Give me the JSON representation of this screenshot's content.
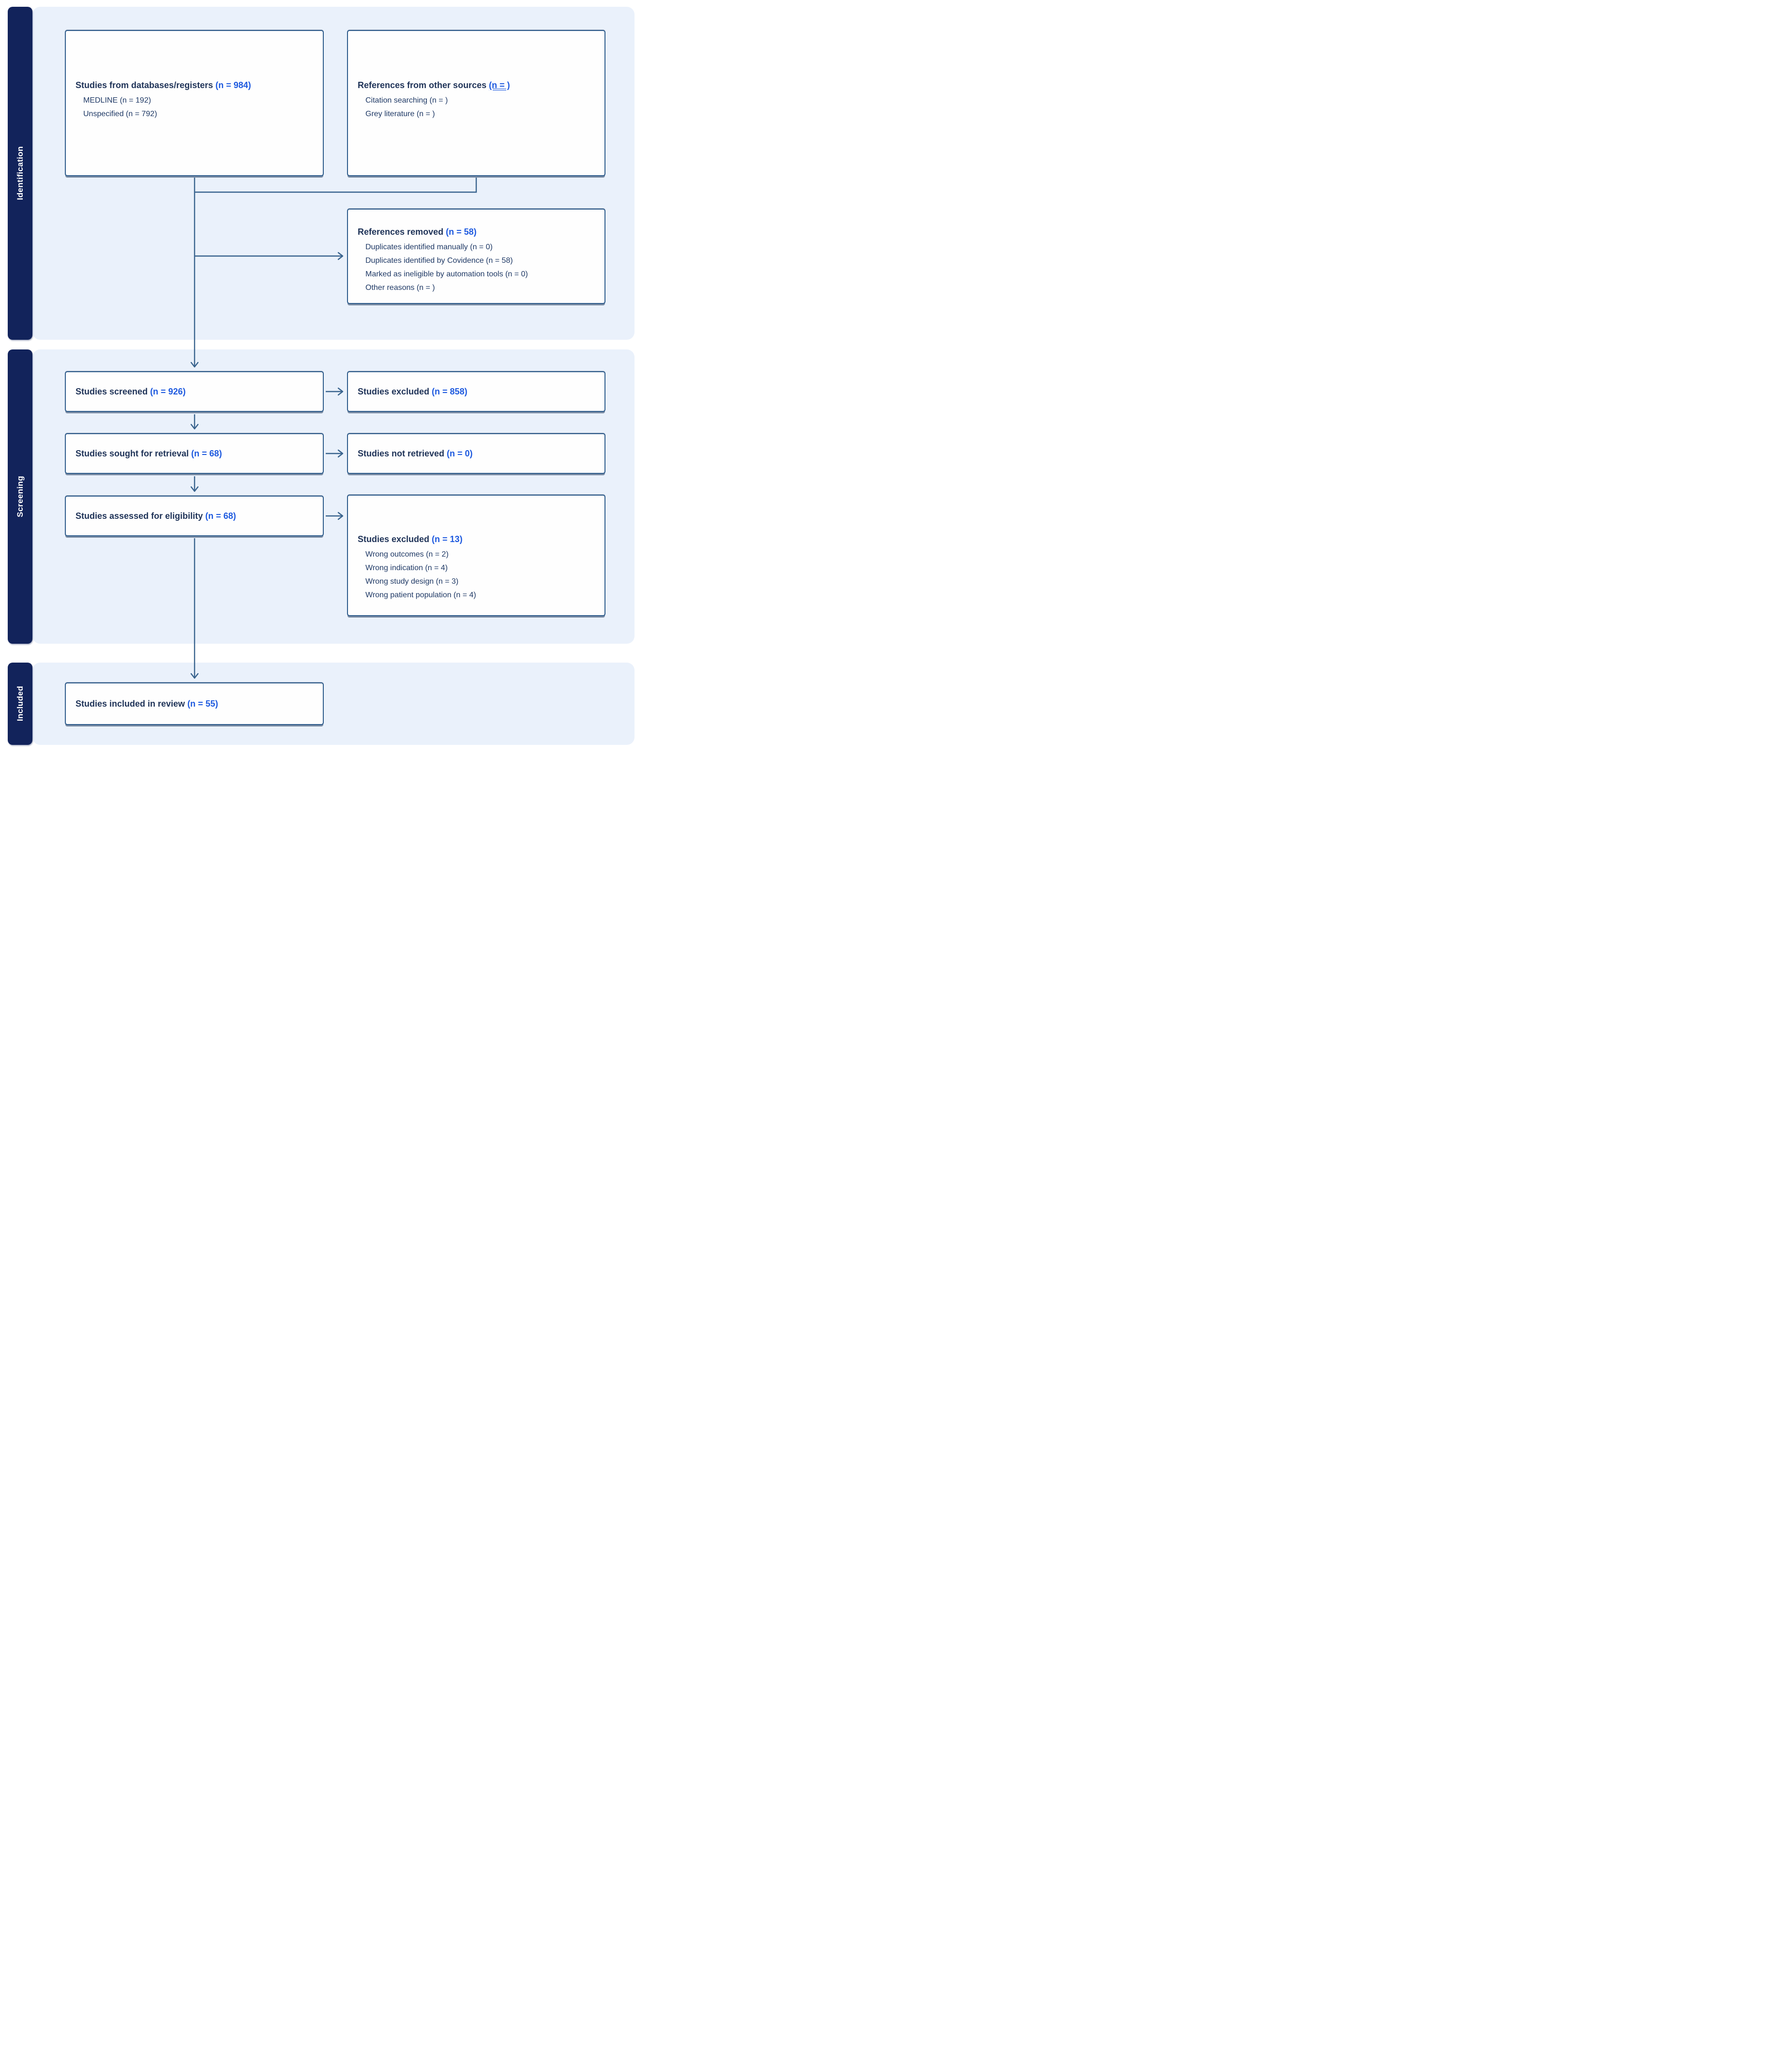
{
  "diagram": {
    "type": "PRISMA flow diagram",
    "palette": {
      "sidebar_navy": "#12235B",
      "band_blue": "#EAF1FB",
      "box_border_blue": "#2E5C8C",
      "arrow_blue": "#3A648E",
      "count_blue": "#1E5ADF",
      "title_navy": "#1F3358"
    },
    "sections": [
      {
        "label": "Identification"
      },
      {
        "label": "Screening"
      },
      {
        "label": "Included"
      }
    ],
    "boxes": {
      "databases": {
        "title": "Studies from databases/registers",
        "count": "(n = 984)",
        "items": [
          "MEDLINE (n = 192)",
          "Unspecified (n = 792)"
        ]
      },
      "other_sources": {
        "title": "References from other sources",
        "count": "(n = )",
        "items": [
          "Citation searching (n = )",
          "Grey literature (n = )"
        ]
      },
      "references_removed": {
        "title": "References removed",
        "count": "(n = 58)",
        "items": [
          "Duplicates identified manually (n = 0)",
          "Duplicates identified by Covidence (n = 58)",
          "Marked as ineligible by automation tools (n = 0)",
          "Other reasons (n = )"
        ]
      },
      "screened": {
        "title": "Studies screened",
        "count": "(n = 926)"
      },
      "excluded_screening": {
        "title": "Studies excluded",
        "count": "(n = 858)"
      },
      "sought_retrieval": {
        "title": "Studies sought for retrieval",
        "count": "(n = 68)"
      },
      "not_retrieved": {
        "title": "Studies not retrieved",
        "count": "(n = 0)"
      },
      "assessed_eligibility": {
        "title": "Studies assessed for eligibility",
        "count": "(n = 68)"
      },
      "excluded_eligibility": {
        "title": "Studies excluded",
        "count": "(n = 13)",
        "items": [
          "Wrong outcomes (n = 2)",
          "Wrong indication (n = 4)",
          "Wrong study design (n = 3)",
          "Wrong patient population (n = 4)"
        ]
      },
      "included_review": {
        "title": "Studies included in review",
        "count": "(n = 55)"
      }
    }
  }
}
